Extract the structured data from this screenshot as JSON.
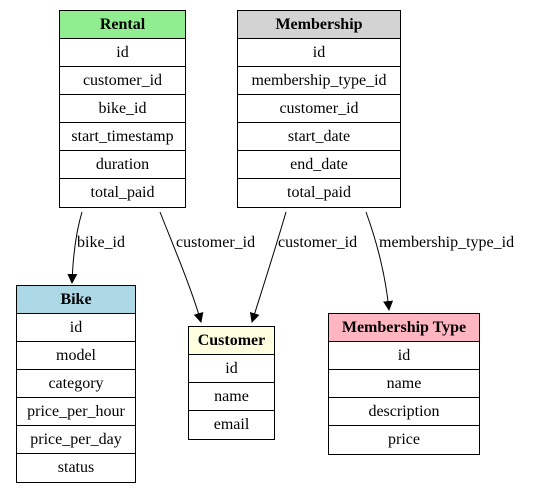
{
  "colors": {
    "rental": "#90ee90",
    "membership": "#d3d3d3",
    "bike": "#add8e6",
    "customer": "#ffffe0",
    "membership_type": "#ffb6c1"
  },
  "entities": {
    "rental": {
      "title": "Rental",
      "fields": [
        "id",
        "customer_id",
        "bike_id",
        "start_timestamp",
        "duration",
        "total_paid"
      ]
    },
    "membership": {
      "title": "Membership",
      "fields": [
        "id",
        "membership_type_id",
        "customer_id",
        "start_date",
        "end_date",
        "total_paid"
      ]
    },
    "bike": {
      "title": "Bike",
      "fields": [
        "id",
        "model",
        "category",
        "price_per_hour",
        "price_per_day",
        "status"
      ]
    },
    "customer": {
      "title": "Customer",
      "fields": [
        "id",
        "name",
        "email"
      ]
    },
    "membership_type": {
      "title": "Membership Type",
      "fields": [
        "id",
        "name",
        "description",
        "price"
      ]
    }
  },
  "relations": [
    {
      "from": "rental",
      "to": "bike",
      "label": "bike_id"
    },
    {
      "from": "rental",
      "to": "customer",
      "label": "customer_id"
    },
    {
      "from": "membership",
      "to": "customer",
      "label": "customer_id"
    },
    {
      "from": "membership",
      "to": "membership_type",
      "label": "membership_type_id"
    }
  ]
}
